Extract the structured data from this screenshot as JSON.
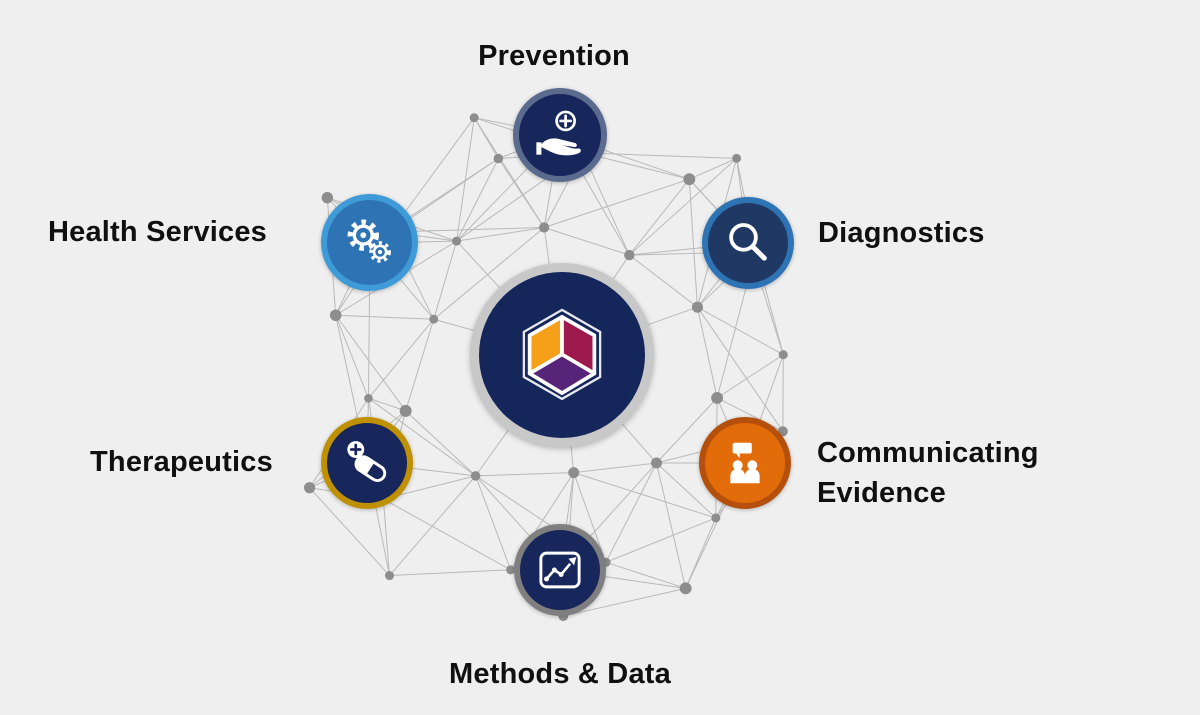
{
  "background_color": "#efefef",
  "center": {
    "id": "hub",
    "icon": "cube-logo-icon",
    "ring_color": "#c8c8c8",
    "fill_color": "#14265a",
    "cube_colors": {
      "left": "#F6A01A",
      "right": "#9E1A4D",
      "bottom": "#562579"
    }
  },
  "nodes": [
    {
      "id": "prevention",
      "label": "Prevention",
      "icon": "hand-cross-icon",
      "ring_color": "#5b6b8e",
      "fill_color": "#17265b"
    },
    {
      "id": "health-services",
      "label": "Health Services",
      "icon": "gears-icon",
      "ring_color": "#3f9bd8",
      "fill_color": "#2e74b5"
    },
    {
      "id": "diagnostics",
      "label": "Diagnostics",
      "icon": "magnifier-icon",
      "ring_color": "#2e74b5",
      "fill_color": "#1f3864"
    },
    {
      "id": "therapeutics",
      "label": "Therapeutics",
      "icon": "pill-icon",
      "ring_color": "#bf9000",
      "fill_color": "#17265b"
    },
    {
      "id": "communicating-evidence",
      "label": "Communicating Evidence",
      "label_lines": [
        "Communicating",
        "Evidence"
      ],
      "icon": "audience-speech-icon",
      "ring_color": "#b5500c",
      "fill_color": "#e26b0a"
    },
    {
      "id": "methods-data",
      "label": "Methods & Data",
      "icon": "line-chart-icon",
      "ring_color": "#7f7f7f",
      "fill_color": "#17265b"
    }
  ],
  "mesh": {
    "dot_color": "#8d8d8d",
    "line_color": "#b9b9b9"
  }
}
